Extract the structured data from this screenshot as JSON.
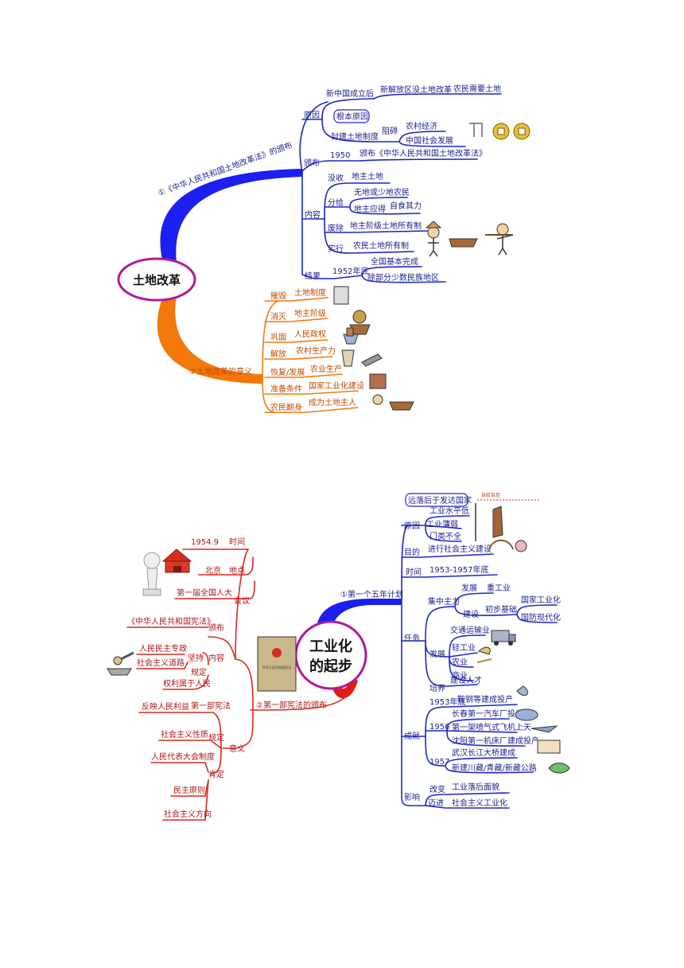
{
  "map1": {
    "center": "土地改革",
    "branch1": {
      "label": "①《中华人民共和国土地改革法》的颁布",
      "reason": {
        "label": "原因",
        "sub1": "新中国成立后",
        "sub1a": "新解放区没土地改革",
        "sub1b": "农民需要土地",
        "root_tag": "根本原因",
        "sub2": "封建土地制度",
        "hinder": "阻碍",
        "hinder1": "农村经济",
        "hinder2": "中国社会发展"
      },
      "publish": {
        "label": "颁布",
        "year": "1950",
        "text": "颁布《中华人民共和国土地改革法》"
      },
      "content": {
        "label": "内容",
        "confiscate": "没收",
        "confiscate_t": "地主土地",
        "distribute": "分给",
        "distribute_a": "无地或少地农民",
        "distribute_b": "地主应得",
        "distribute_c": "自食其力",
        "abolish": "废除",
        "abolish_t": "地主阶级土地所有制",
        "implement": "实行",
        "implement_t": "农民土地所有制"
      },
      "result": {
        "label": "结果",
        "year": "1952年底",
        "r1": "全国基本完成",
        "r2": "除部分少数民族地区"
      }
    },
    "branch2": {
      "label": "②土地改革的意义",
      "items": [
        {
          "k": "摧毁",
          "v": "土地制度"
        },
        {
          "k": "消灭",
          "v": "地主阶级"
        },
        {
          "k": "巩固",
          "v": "人民政权"
        },
        {
          "k": "解放",
          "v": "农村生产力"
        },
        {
          "k": "恢复/发展",
          "v": "农业生产"
        },
        {
          "k": "准备条件",
          "v": "国家工业化建设"
        },
        {
          "k": "农民翻身",
          "v": "成为土地主人"
        }
      ]
    }
  },
  "map2": {
    "center_line1": "工业化",
    "center_line2": "的起步",
    "plan": {
      "label": "①第一个五年计划",
      "reason_label": "原因",
      "reason_top": "远落后于发达国家",
      "reasons": [
        "工业水平低",
        "工业薄弱",
        "门类不全"
      ],
      "pic_label": "自给自足",
      "goal_label": "目的",
      "goal": "进行社会主义建设",
      "time_label": "时间",
      "time": "1953-1957年底",
      "task_label": "任务",
      "focus": "集中主力",
      "develop": "发展",
      "heavy": "重工业",
      "build": "建设",
      "basis": "初步基础",
      "goal_a": "国家工业化",
      "goal_b": "国防现代化",
      "grow": "发展",
      "grow_items": [
        "交通运输业",
        "轻工业",
        "农业",
        "商业"
      ],
      "train": "培养",
      "talent": "建设人才",
      "achieve_label": "成就",
      "y1953": "1953年底",
      "a1": "鞍钢等建成投产",
      "y1956": "1956",
      "a2": "长春第一汽车厂投产",
      "a3": "第一架喷气式飞机上天",
      "a4": "沈阳第一机床厂建成投产",
      "y1957": "1957",
      "a5": "武汉长江大桥建成",
      "a6": "新建川藏/青藏/新藏公路",
      "impact_label": "影响",
      "change": "改变",
      "change_t": "工业落后面貌",
      "promote": "迈进",
      "promote_t": "社会主义工业化"
    },
    "constitution": {
      "label": "②第一部宪法的颁布",
      "book_title": "中华人民共和国宪法",
      "time_label": "时间",
      "time": "1954.9",
      "place_label": "地点",
      "place": "北京",
      "meeting_label": "会议",
      "meeting": "第一届全国人大",
      "publish_label": "颁布",
      "publish": "《中华人民共和国宪法》",
      "content_label": "内容",
      "adhere": "坚持",
      "adhere_a": "人民民主专政",
      "adhere_b": "社会主义道路",
      "stipulate": "规定",
      "stipulate_t": "权利属于人民",
      "meaning_label": "意义",
      "first": "第一部宪法",
      "reflect": "反映人民利益",
      "rule1": "规定",
      "rule1_t": "社会主义性质",
      "affirm": "肯定",
      "affirm_a": "人民代表大会制度",
      "affirm_b": "民主原则",
      "affirm_c": "社会主义方向"
    }
  }
}
